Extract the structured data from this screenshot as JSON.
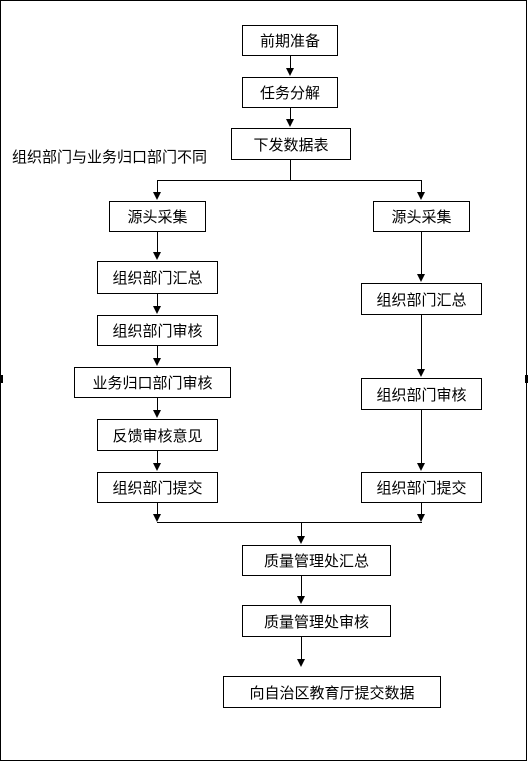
{
  "diagram": {
    "nodes": {
      "prep": "前期准备",
      "decompose": "任务分解",
      "issue": "下发数据表",
      "left_collect": "源头采集",
      "left_summary": "组织部门汇总",
      "left_review": "组织部门审核",
      "left_biz_review": "业务归口部门审核",
      "left_feedback": "反馈审核意见",
      "left_submit": "组织部门提交",
      "right_collect": "源头采集",
      "right_summary": "组织部门汇总",
      "right_review": "组织部门审核",
      "right_submit": "组织部门提交",
      "qa_summary": "质量管理处汇总",
      "qa_review": "质量管理处审核",
      "final_submit": "向自治区教育厅提交数据"
    },
    "notes": {
      "branch_condition": "组织部门与业务归口部门不同"
    }
  }
}
